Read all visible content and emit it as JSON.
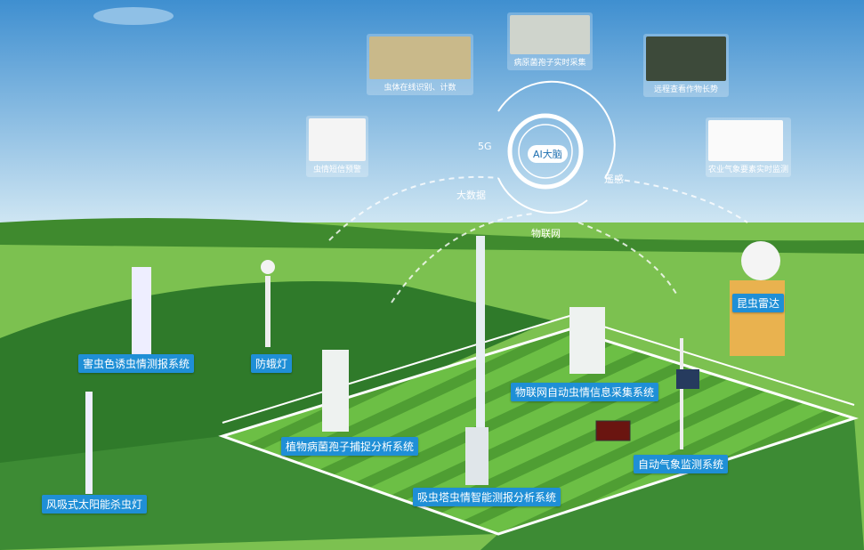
{
  "hub": {
    "center": "AI大脑",
    "nodes": [
      "5G",
      "遥感",
      "大数据",
      "物联网"
    ]
  },
  "cards": [
    {
      "caption": "虫体在线识别、计数"
    },
    {
      "caption": "病原菌孢子实时采集"
    },
    {
      "caption": "远程查看作物长势"
    },
    {
      "caption": "虫情短信预警"
    },
    {
      "caption": "农业气象要素实时监测"
    }
  ],
  "devices": [
    {
      "label": "害虫色诱虫情测报系统"
    },
    {
      "label": "防蛾灯"
    },
    {
      "label": "昆虫雷达"
    },
    {
      "label": "物联网自动虫情信息采集系统"
    },
    {
      "label": "植物病菌孢子捕捉分析系统"
    },
    {
      "label": "自动气象监测系统"
    },
    {
      "label": "风吸式太阳能杀虫灯"
    },
    {
      "label": "吸虫塔虫情智能测报分析系统"
    }
  ],
  "colors": {
    "sky_top": "#3f8fd0",
    "sky_bottom": "#cfe6f3",
    "grass": "#5fae3c",
    "tag": "#1f8fd6"
  }
}
